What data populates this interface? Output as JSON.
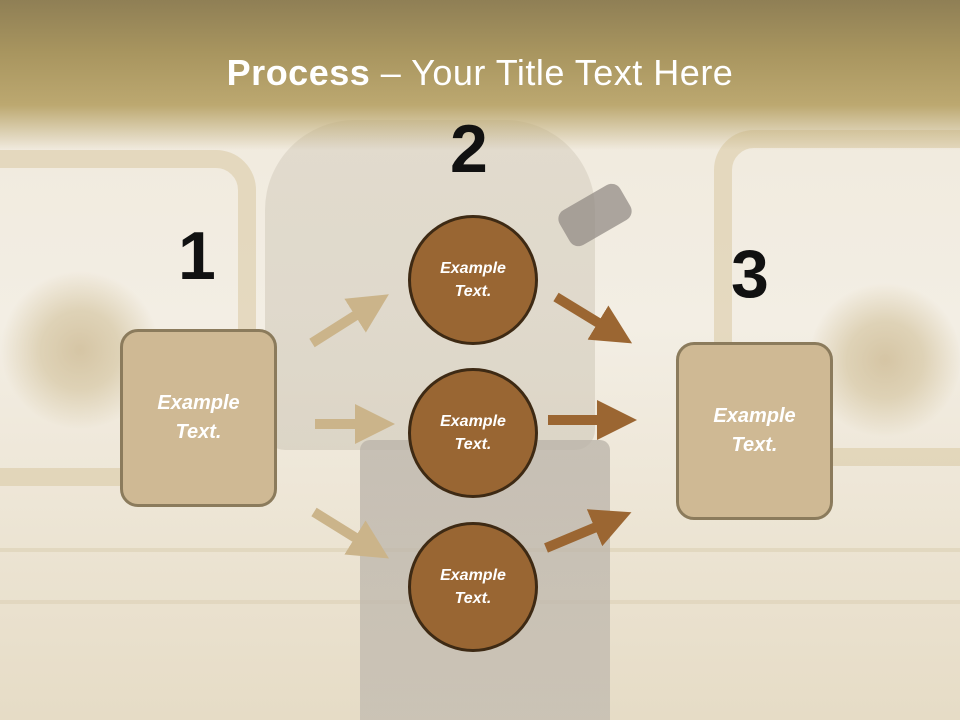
{
  "title": {
    "strong": "Process",
    "rest": " – Your Title Text Here"
  },
  "steps": [
    {
      "number": "1",
      "box_text": "Example\nText."
    },
    {
      "number": "2",
      "circles": [
        "Example\nText.",
        "Example\nText.",
        "Example\nText."
      ]
    },
    {
      "number": "3",
      "box_text": "Example\nText."
    }
  ],
  "colors": {
    "header": "#a8955f",
    "box_fill": "#cfb994",
    "box_border": "#8b7b5c",
    "circle_fill": "#996633",
    "circle_border": "#3e2a14",
    "arrow_light": "#cbb48a",
    "arrow_dark": "#9b6632"
  }
}
